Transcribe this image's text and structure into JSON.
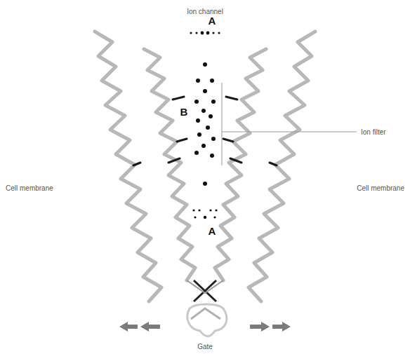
{
  "diagram": {
    "title": "Ion channel",
    "labels": [
      "A",
      "B",
      "A",
      "Ion filter",
      "Cell membrane",
      "Cell membrane",
      "Gate"
    ]
  }
}
